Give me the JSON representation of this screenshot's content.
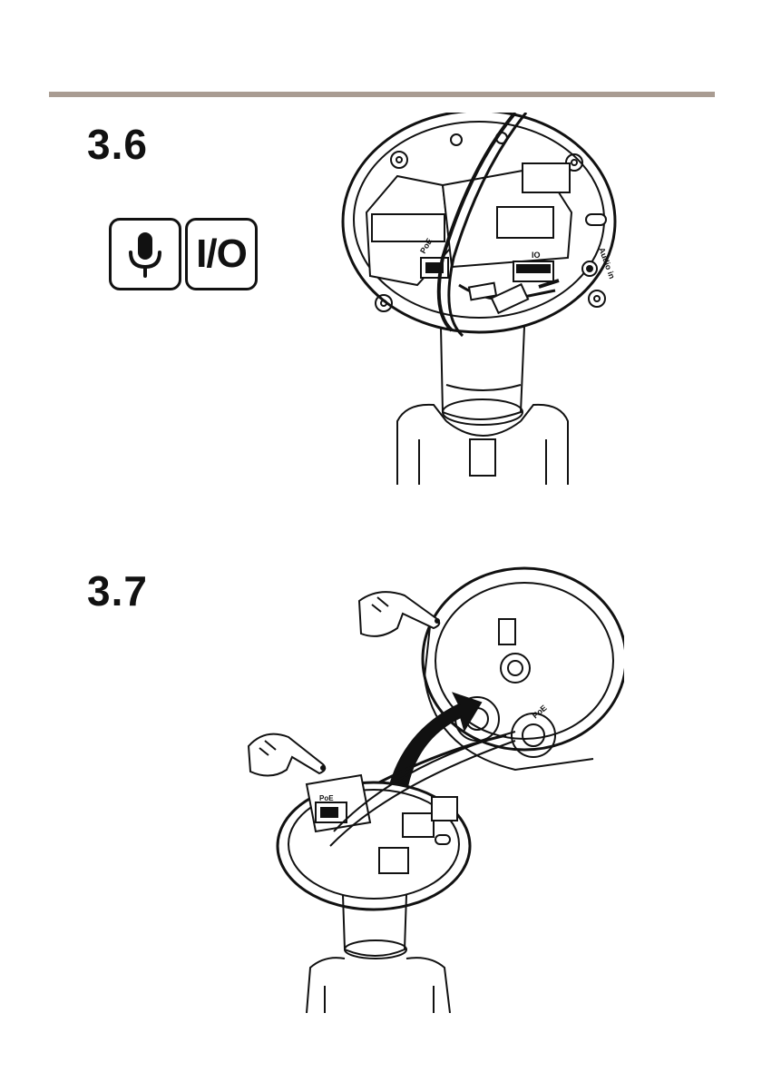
{
  "step1": {
    "number": "3.6",
    "icons": [
      {
        "name": "microphone-icon"
      },
      {
        "name": "io-icon",
        "text": "I/O"
      }
    ],
    "port_labels": [
      "PoE",
      "IO",
      "Audio\nin"
    ]
  },
  "step2": {
    "number": "3.7",
    "port_labels": [
      "PoE",
      "PoE"
    ]
  },
  "colors": {
    "rule": "#a99c92",
    "line": "#111111"
  }
}
